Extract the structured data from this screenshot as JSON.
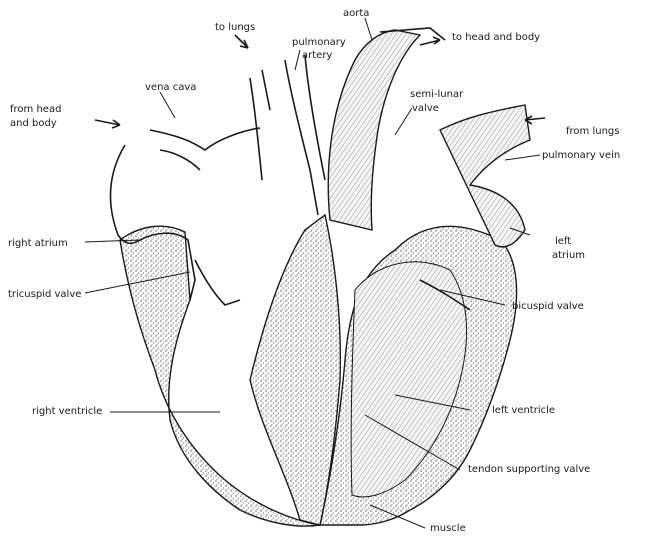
{
  "diagram": {
    "labels": {
      "aorta": "aorta",
      "to_lungs": "to lungs",
      "pulmonary_artery_1": "pulmonary",
      "pulmonary_artery_2": "artery",
      "to_head_and_body": "to head and body",
      "vena_cava": "vena cava",
      "from_head_1": "from head",
      "from_head_2": "and body",
      "semilunar_1": "semi-lunar",
      "semilunar_2": "valve",
      "from_lungs": "from lungs",
      "pulmonary_vein": "pulmonary vein",
      "right_atrium": "right atrium",
      "left_atrium_1": "left",
      "left_atrium_2": "atrium",
      "tricuspid_valve": "tricuspid valve",
      "bicuspid_valve": "bicuspid valve",
      "right_ventricle": "right ventricle",
      "left_ventricle": "left ventricle",
      "tendon_supporting_valve": "tendon supporting valve",
      "muscle": "muscle"
    },
    "colors": {
      "ink": "#1a1a1a",
      "paper": "#ffffff",
      "stipple": "#7a7a7a"
    }
  }
}
